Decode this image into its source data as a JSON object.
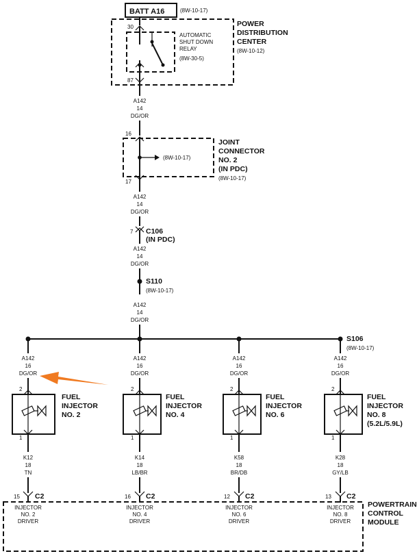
{
  "battery": {
    "label": "BATT A16",
    "ref": "(8W-10-17)"
  },
  "pdc": {
    "title_lines": [
      "POWER",
      "DISTRIBUTION",
      "CENTER"
    ],
    "ref": "(8W-10-12)",
    "pin_in": "30",
    "pin_out": "87",
    "relay_lines": [
      "AUTOMATIC",
      "SHUT DOWN",
      "RELAY",
      "(8W-30-5)"
    ]
  },
  "wire_main_1": {
    "circuit": "A142",
    "gauge": "14",
    "color": "DG/OR"
  },
  "joint_connector": {
    "title_lines": [
      "JOINT",
      "CONNECTOR",
      "NO. 2",
      "(IN PDC)"
    ],
    "ref": "(8W-10-17)",
    "branch_ref": "(8W-10-17)",
    "pin_in": "16",
    "pin_out": "17"
  },
  "wire_main_2": {
    "circuit": "A142",
    "gauge": "14",
    "color": "DG/OR"
  },
  "connector_c106": {
    "pin": "7",
    "name": "C106",
    "sub": "(IN PDC)"
  },
  "wire_main_3": {
    "circuit": "A142",
    "gauge": "14",
    "color": "DG/OR"
  },
  "splice_s110": {
    "name": "S110",
    "ref": "(8W-10-17)"
  },
  "wire_main_4": {
    "circuit": "A142",
    "gauge": "14",
    "color": "DG/OR"
  },
  "splice_s106": {
    "name": "S106",
    "ref": "(8W-10-17)"
  },
  "injectors": [
    {
      "circuit": "A142",
      "gauge": "16",
      "color": "DG/OR",
      "pin_top": "2",
      "pin_bottom": "1",
      "name_lines": [
        "FUEL",
        "INJECTOR",
        "NO. 2"
      ],
      "out_circuit": "K12",
      "out_gauge": "18",
      "out_color": "TN",
      "pcm_pin": "15",
      "pcm_conn": "C2",
      "driver_lines": [
        "INJECTOR",
        "NO. 2",
        "DRIVER"
      ]
    },
    {
      "circuit": "A142",
      "gauge": "16",
      "color": "DG/OR",
      "pin_top": "2",
      "pin_bottom": "1",
      "name_lines": [
        "FUEL",
        "INJECTOR",
        "NO. 4"
      ],
      "out_circuit": "K14",
      "out_gauge": "18",
      "out_color": "LB/BR",
      "pcm_pin": "16",
      "pcm_conn": "C2",
      "driver_lines": [
        "INJECTOR",
        "NO. 4",
        "DRIVER"
      ]
    },
    {
      "circuit": "A142",
      "gauge": "16",
      "color": "DG/OR",
      "pin_top": "2",
      "pin_bottom": "1",
      "name_lines": [
        "FUEL",
        "INJECTOR",
        "NO. 6"
      ],
      "out_circuit": "K58",
      "out_gauge": "18",
      "out_color": "BR/DB",
      "pcm_pin": "12",
      "pcm_conn": "C2",
      "driver_lines": [
        "INJECTOR",
        "NO. 6",
        "DRIVER"
      ]
    },
    {
      "circuit": "A142",
      "gauge": "16",
      "color": "DG/OR",
      "pin_top": "2",
      "pin_bottom": "1",
      "name_lines": [
        "FUEL",
        "INJECTOR",
        "NO. 8",
        "(5.2L/5.9L)"
      ],
      "out_circuit": "K28",
      "out_gauge": "18",
      "out_color": "GY/LB",
      "pcm_pin": "13",
      "pcm_conn": "C2",
      "driver_lines": [
        "INJECTOR",
        "NO. 8",
        "DRIVER"
      ]
    }
  ],
  "pcm": {
    "title_lines": [
      "POWERTRAIN",
      "CONTROL",
      "MODULE"
    ]
  },
  "annotation_arrow": {
    "color": "#F07A21",
    "target": "injector-2-wire-color"
  }
}
